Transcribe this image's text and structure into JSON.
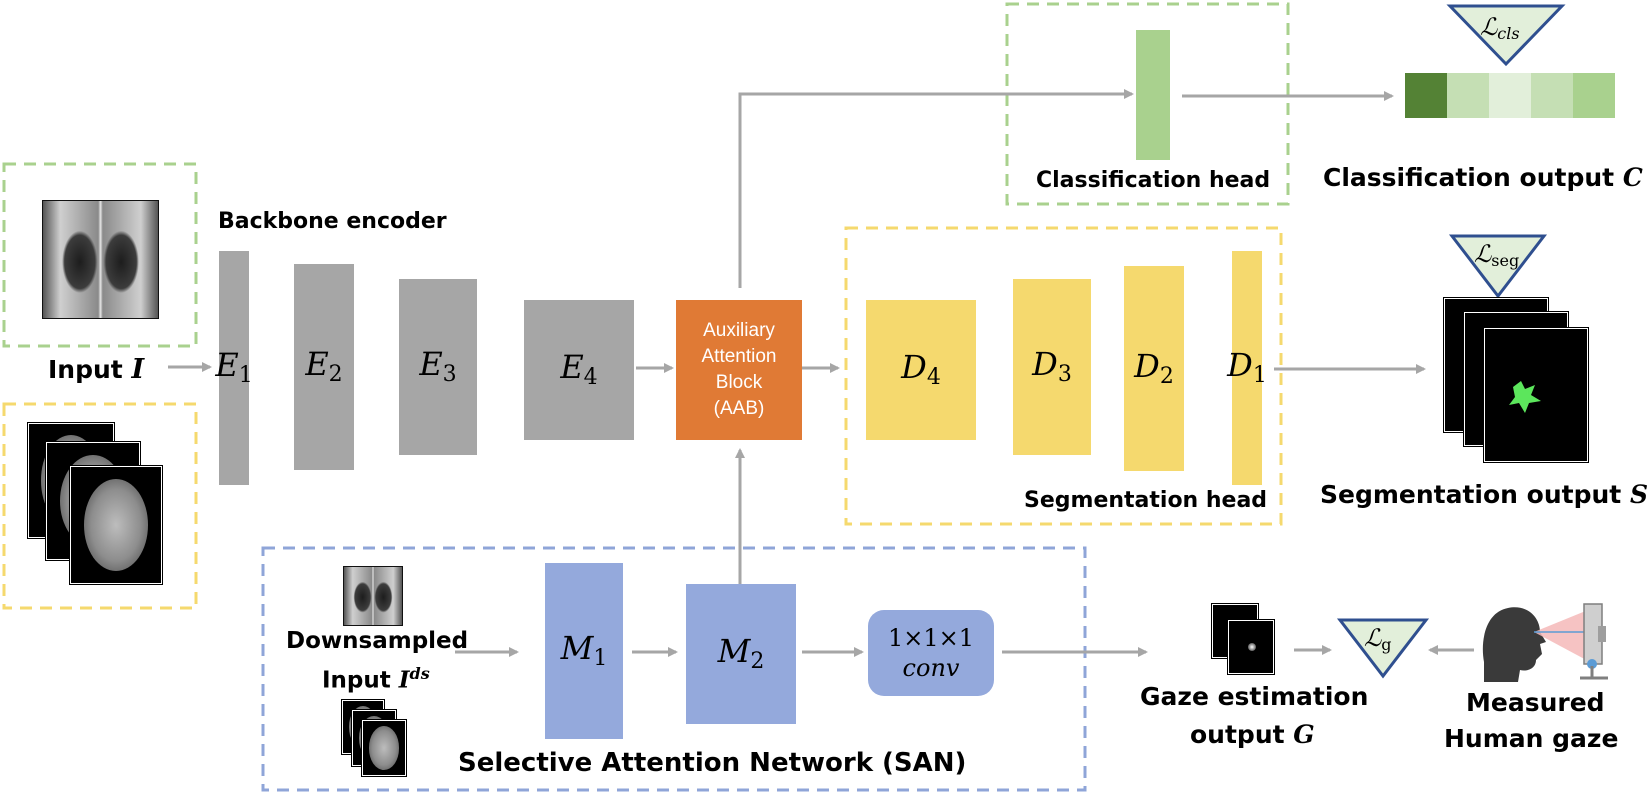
{
  "colors": {
    "encoder_gray": "#a6a6a6",
    "decoder_yellow": "#f5d96e",
    "aab_orange": "#e07a35",
    "san_blue": "#94a9dc",
    "cls_green": "#a9d18e",
    "arrow_gray": "#a6a6a6",
    "dash_green": "#a9d18e",
    "dash_yellow": "#f5d96e",
    "dash_blue": "#8fa5d8",
    "loss_fill": "#e2efda",
    "loss_stroke": "#2f4f8f",
    "cls_output_cells": [
      "#548235",
      "#c5dfb4",
      "#e2efda",
      "#c5dfb4",
      "#a9d18e"
    ]
  },
  "labels": {
    "backbone_encoder": "Backbone encoder",
    "input": "Input ",
    "input_var": "I",
    "classification_head": "Classification head",
    "classification_output": "Classification output ",
    "classification_output_var": "C",
    "segmentation_head": "Segmentation head",
    "segmentation_output": "Segmentation output ",
    "segmentation_output_var": "S",
    "downsampled": "Downsampled",
    "downsampled_input": "Input ",
    "downsampled_var": "I",
    "downsampled_sup": "ds",
    "san": "Selective Attention Network (SAN)",
    "gaze_estimation_1": "Gaze estimation",
    "gaze_estimation_2": "output ",
    "gaze_var": "G",
    "measured_1": "Measured",
    "measured_2": "Human gaze"
  },
  "blocks": {
    "encoders": [
      {
        "name": "E",
        "sub": "1"
      },
      {
        "name": "E",
        "sub": "2"
      },
      {
        "name": "E",
        "sub": "3"
      },
      {
        "name": "E",
        "sub": "4"
      }
    ],
    "decoders": [
      {
        "name": "D",
        "sub": "4"
      },
      {
        "name": "D",
        "sub": "3"
      },
      {
        "name": "D",
        "sub": "2"
      },
      {
        "name": "D",
        "sub": "1"
      }
    ],
    "aab_lines": [
      "Auxiliary",
      "Attention",
      "Block",
      "(AAB)"
    ],
    "san_modules": [
      {
        "name": "M",
        "sub": "1"
      },
      {
        "name": "M",
        "sub": "2"
      }
    ],
    "conv_line1": "1×1×1",
    "conv_line2": "conv"
  },
  "losses": {
    "cls": {
      "symbol": "ℒ",
      "sub": "cls"
    },
    "seg": {
      "symbol": "ℒ",
      "sub": "seg"
    },
    "gaze": {
      "symbol": "ℒ",
      "sub": "g"
    }
  }
}
